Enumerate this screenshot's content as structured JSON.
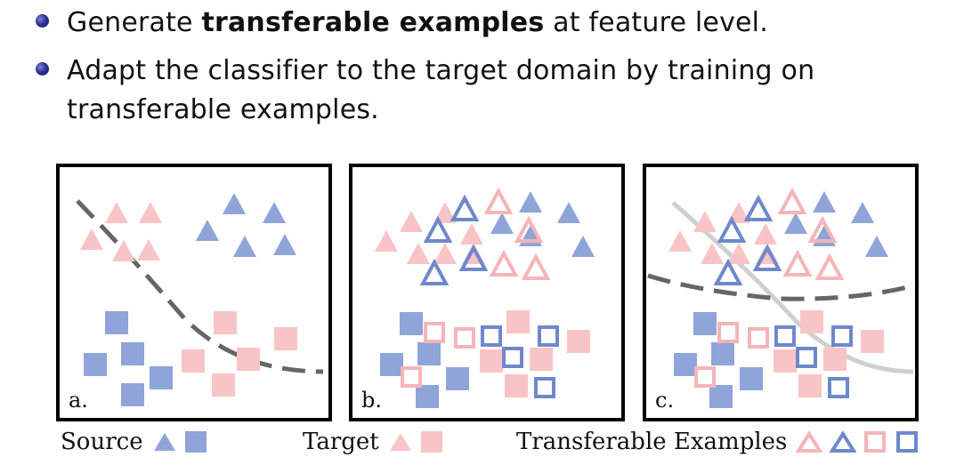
{
  "bullets": [
    {
      "pre": "Generate ",
      "bold": "transferable examples",
      "post": " at feature level."
    },
    {
      "pre": "Adapt the classifier to the target domain by training on transferable examples.",
      "bold": "",
      "post": ""
    }
  ],
  "panels": [
    {
      "label": "a."
    },
    {
      "label": "b."
    },
    {
      "label": "c."
    }
  ],
  "legend": {
    "source": "Source",
    "target": "Target",
    "transferable": "Transferable Examples"
  },
  "colors": {
    "source": "#8fa4d8",
    "target": "#f9c4c6",
    "transferable_source": "#6f88cc",
    "transferable_target": "#f5b5b8",
    "boundary": "#666666",
    "old_boundary": "#cfcfcf"
  }
}
